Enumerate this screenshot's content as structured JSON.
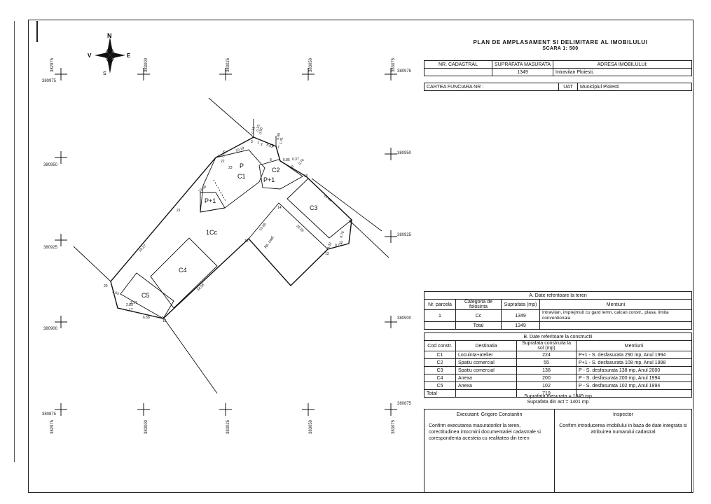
{
  "header": {
    "title": "PLAN DE AMPLASAMENT SI DELIMITARE AL IMOBILULUI",
    "scale": "SCARA 1: 500"
  },
  "cadastral": {
    "nr_cadastral_label": "NR. CADASTRAL",
    "suprafata_label": "SUPRAFATA MASURATA",
    "adresa_label": "ADRESA IMOBILULUI:",
    "suprafata_value": "1349",
    "adresa_value": "Intravilan Ploiesti,",
    "cartea_label": "CARTEA FUNCIARA NR :",
    "uat_label": "UAT",
    "uat_value": "Municipiul Ploiesti"
  },
  "teren": {
    "title": "A. Date referitoare la teren",
    "headers": [
      "Nr. parcela",
      "Categoria de folosinta",
      "Suprafata (mp)",
      "Mentiuni"
    ],
    "rows": [
      {
        "nr": "1",
        "cat": "Cc",
        "supr": "1349",
        "ment": "Intravilan, imprejmuit cu gard lemn, calcan constr., plasa, limita conventionala"
      }
    ],
    "total_label": "Total",
    "total_value": "1349"
  },
  "constructii": {
    "title": "B. Date referitoare la constructii",
    "headers": [
      "Cod constr.",
      "Destinatia",
      "Suprafata construita la sol (mp)",
      "Mentiuni"
    ],
    "rows": [
      {
        "cod": "C1",
        "dest": "Locuinta+atelier",
        "supr": "224",
        "ment": "P+1 - S. desfasurata 290 mp, Anul 1994"
      },
      {
        "cod": "C2",
        "dest": "Spatiu comercial",
        "supr": "55",
        "ment": "P+1 - S. desfasurata 108 mp, Anul 1998"
      },
      {
        "cod": "C3",
        "dest": "Spatiu comercial",
        "supr": "138",
        "ment": "P - S. desfasurata 138 mp, Anul 2000"
      },
      {
        "cod": "C4",
        "dest": "Anexa",
        "supr": "200",
        "ment": "P - S. desfasurata 200 mp, Anul 1994"
      },
      {
        "cod": "C5",
        "dest": "Anexa",
        "supr": "102",
        "ment": "P - S. desfasurata 102 mp, Anul 1994"
      }
    ],
    "total_label": "Total",
    "total_value": "719"
  },
  "surfaces": {
    "masurata": "Suprafata masurata = 1349 mp",
    "act": "Suprafata din act = 1401 mp"
  },
  "executant": {
    "title": "Executant: Grigore Constantin",
    "text": "Confirm executarea masuratorilor la teren, corectitudinea intocmirii documentatiei cadastrale si corespondenta acesteia cu realitatea din teren"
  },
  "inspector": {
    "title": "Inspector",
    "text": "Confirm introducerea imobilului in baza de date integrata si atribuirea numarului cadastral"
  },
  "compass": {
    "n": "N",
    "s": "S",
    "e": "E",
    "v": "V"
  },
  "coords": {
    "top_x": [
      "382975",
      "383000",
      "383025",
      "383050",
      "383075"
    ],
    "top_y": "380975",
    "bottom_x": [
      "382975",
      "383000",
      "383025",
      "383050",
      "383075"
    ],
    "bottom_y": "380875",
    "left_y": [
      "380975",
      "380950",
      "380925",
      "380900",
      "380875"
    ],
    "right_y": [
      "380975",
      "380950",
      "380925",
      "380900",
      "380875"
    ]
  },
  "drawing": {
    "labels": {
      "P": "P",
      "C1": "C1",
      "C2": "C2",
      "C2_level": "P+1",
      "C1_level": "P+1",
      "C3": "C3",
      "C4": "C4",
      "C5": "C5",
      "parcel": "1Cc",
      "nrcad": "Nr. cad."
    },
    "points": [
      "1",
      "2",
      "3",
      "4",
      "5",
      "6",
      "7",
      "8",
      "9",
      "10",
      "11",
      "12",
      "13",
      "14",
      "15",
      "16",
      "17",
      "18",
      "19",
      "20",
      "21",
      "22",
      "23"
    ],
    "distances": [
      "0.33",
      "0.56",
      "10.19",
      "8.61",
      "1.41",
      "0.37",
      "4.48",
      "5.85",
      "20.44",
      "6.76",
      "0.72",
      "3.32",
      "20.26",
      "15.69",
      "34.58",
      "6.56",
      "2.17",
      "2.89",
      "6.63",
      "19.27",
      "20.50",
      "0.48",
      "0.31",
      "0.76"
    ]
  }
}
